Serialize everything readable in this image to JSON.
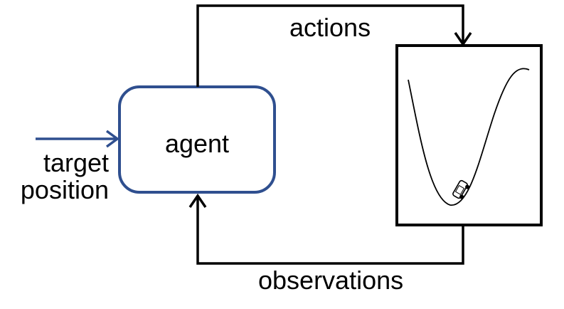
{
  "agent": {
    "label": "agent"
  },
  "edges": {
    "actions": "actions",
    "observations": "observations"
  },
  "input": {
    "line1": "target",
    "line2": "position"
  },
  "colors": {
    "agent_border": "#2f4f8f",
    "input_arrow": "#2f4f8f",
    "lines": "#000000",
    "background": "#ffffff"
  }
}
